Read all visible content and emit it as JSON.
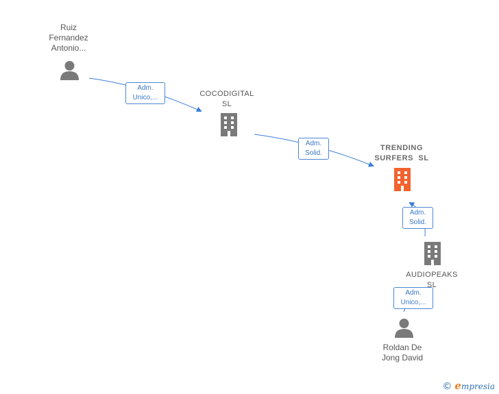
{
  "nodes": {
    "ruiz": {
      "label_lines": [
        "Ruiz",
        "Fernandez",
        "Antonio..."
      ],
      "type": "person"
    },
    "cocodigital": {
      "label_lines": [
        "COCODIGITAL",
        "SL"
      ],
      "type": "company"
    },
    "trending": {
      "label_lines": [
        "TRENDING",
        "SURFERS  SL"
      ],
      "type": "company",
      "focus": true
    },
    "audiopeaks": {
      "label_lines": [
        "AUDIOPEAKS",
        "SL"
      ],
      "type": "company"
    },
    "roldan": {
      "label_lines": [
        "Roldan De",
        "Jong David"
      ],
      "type": "person"
    }
  },
  "edges": {
    "ruiz_coco": {
      "label_lines": [
        "Adm.",
        "Unico,..."
      ]
    },
    "coco_trending": {
      "label_lines": [
        "Adm.",
        "Solid."
      ]
    },
    "audio_trending": {
      "label_lines": [
        "Adm.",
        "Solid."
      ]
    },
    "roldan_audio": {
      "label_lines": [
        "Adm.",
        "Unico,..."
      ]
    }
  },
  "colors": {
    "edge": "#3b7dd8",
    "node_icon": "#7a7a7a",
    "focus_icon": "#f2622e"
  },
  "icons": {
    "person": "person-icon",
    "company": "building-icon"
  },
  "brand": {
    "copyright": "©",
    "initial": "e",
    "rest": "mpresia"
  }
}
